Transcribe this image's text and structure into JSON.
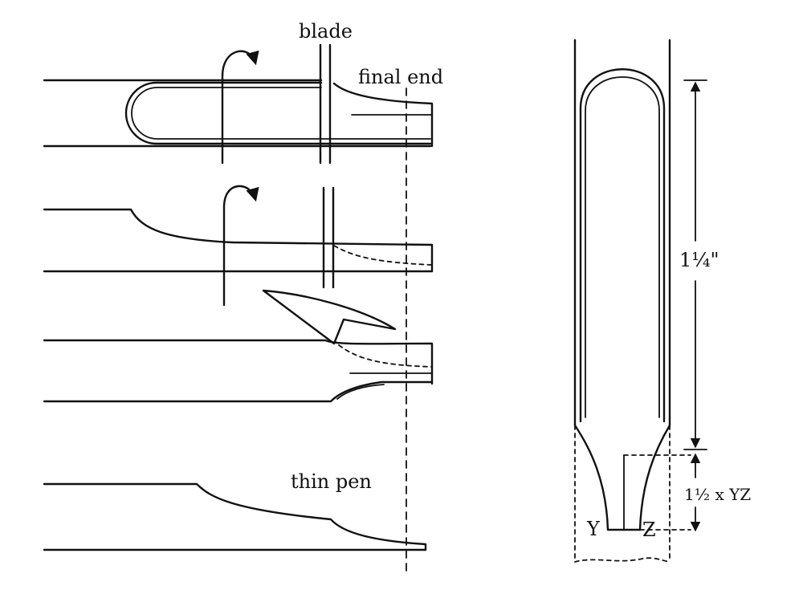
{
  "labels": {
    "blade": "blade",
    "final_end": "final end",
    "thin_pen": "thin pen",
    "length": "1¼\"",
    "ratio": "1½ x YZ",
    "y": "Y",
    "z": "Z"
  },
  "icons": {
    "arrows": [
      "curved-arrow-icon",
      "curved-arrow-icon",
      "arrowhead-icon"
    ],
    "knife": "knife-blade-icon"
  }
}
